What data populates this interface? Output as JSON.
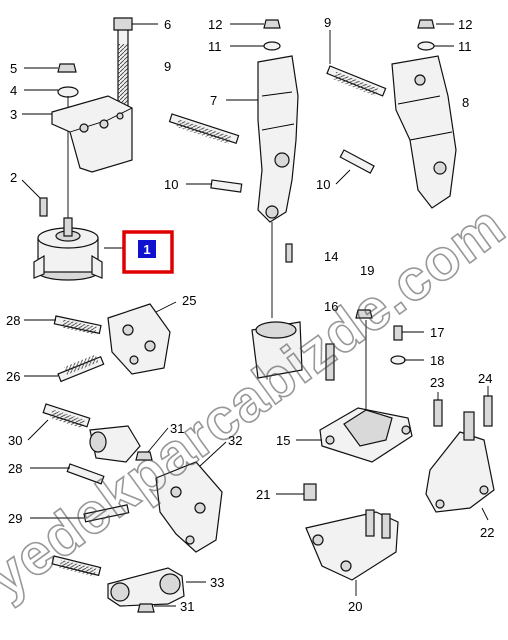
{
  "highlight": {
    "label": "1",
    "frame_color": "#e00000",
    "fill_color": "#1010d0",
    "text_color": "#ffffff"
  },
  "watermark": {
    "text": "yedekparcabizde.com"
  },
  "callouts": [
    {
      "id": "c6",
      "text": "6"
    },
    {
      "id": "c9a",
      "text": "9"
    },
    {
      "id": "c12a",
      "text": "12"
    },
    {
      "id": "c11a",
      "text": "11"
    },
    {
      "id": "c7",
      "text": "7"
    },
    {
      "id": "c9b",
      "text": "9"
    },
    {
      "id": "c12b",
      "text": "12"
    },
    {
      "id": "c11b",
      "text": "11"
    },
    {
      "id": "c8",
      "text": "8"
    },
    {
      "id": "c5",
      "text": "5"
    },
    {
      "id": "c4",
      "text": "4"
    },
    {
      "id": "c3",
      "text": "3"
    },
    {
      "id": "c2",
      "text": "2"
    },
    {
      "id": "c10a",
      "text": "10"
    },
    {
      "id": "c10b",
      "text": "10"
    },
    {
      "id": "c14",
      "text": "14"
    },
    {
      "id": "c19",
      "text": "19"
    },
    {
      "id": "c25",
      "text": "25"
    },
    {
      "id": "c28a",
      "text": "28"
    },
    {
      "id": "c26",
      "text": "26"
    },
    {
      "id": "c16",
      "text": "16"
    },
    {
      "id": "c17",
      "text": "17"
    },
    {
      "id": "c18",
      "text": "18"
    },
    {
      "id": "c23",
      "text": "23"
    },
    {
      "id": "c24",
      "text": "24"
    },
    {
      "id": "c30",
      "text": "30"
    },
    {
      "id": "c31a",
      "text": "31"
    },
    {
      "id": "c15",
      "text": "15"
    },
    {
      "id": "c32",
      "text": "32"
    },
    {
      "id": "c28b",
      "text": "28"
    },
    {
      "id": "c21",
      "text": "21"
    },
    {
      "id": "c22",
      "text": "22"
    },
    {
      "id": "c29",
      "text": "29"
    },
    {
      "id": "c33",
      "text": "33"
    },
    {
      "id": "c31b",
      "text": "31"
    },
    {
      "id": "c20",
      "text": "20"
    }
  ]
}
